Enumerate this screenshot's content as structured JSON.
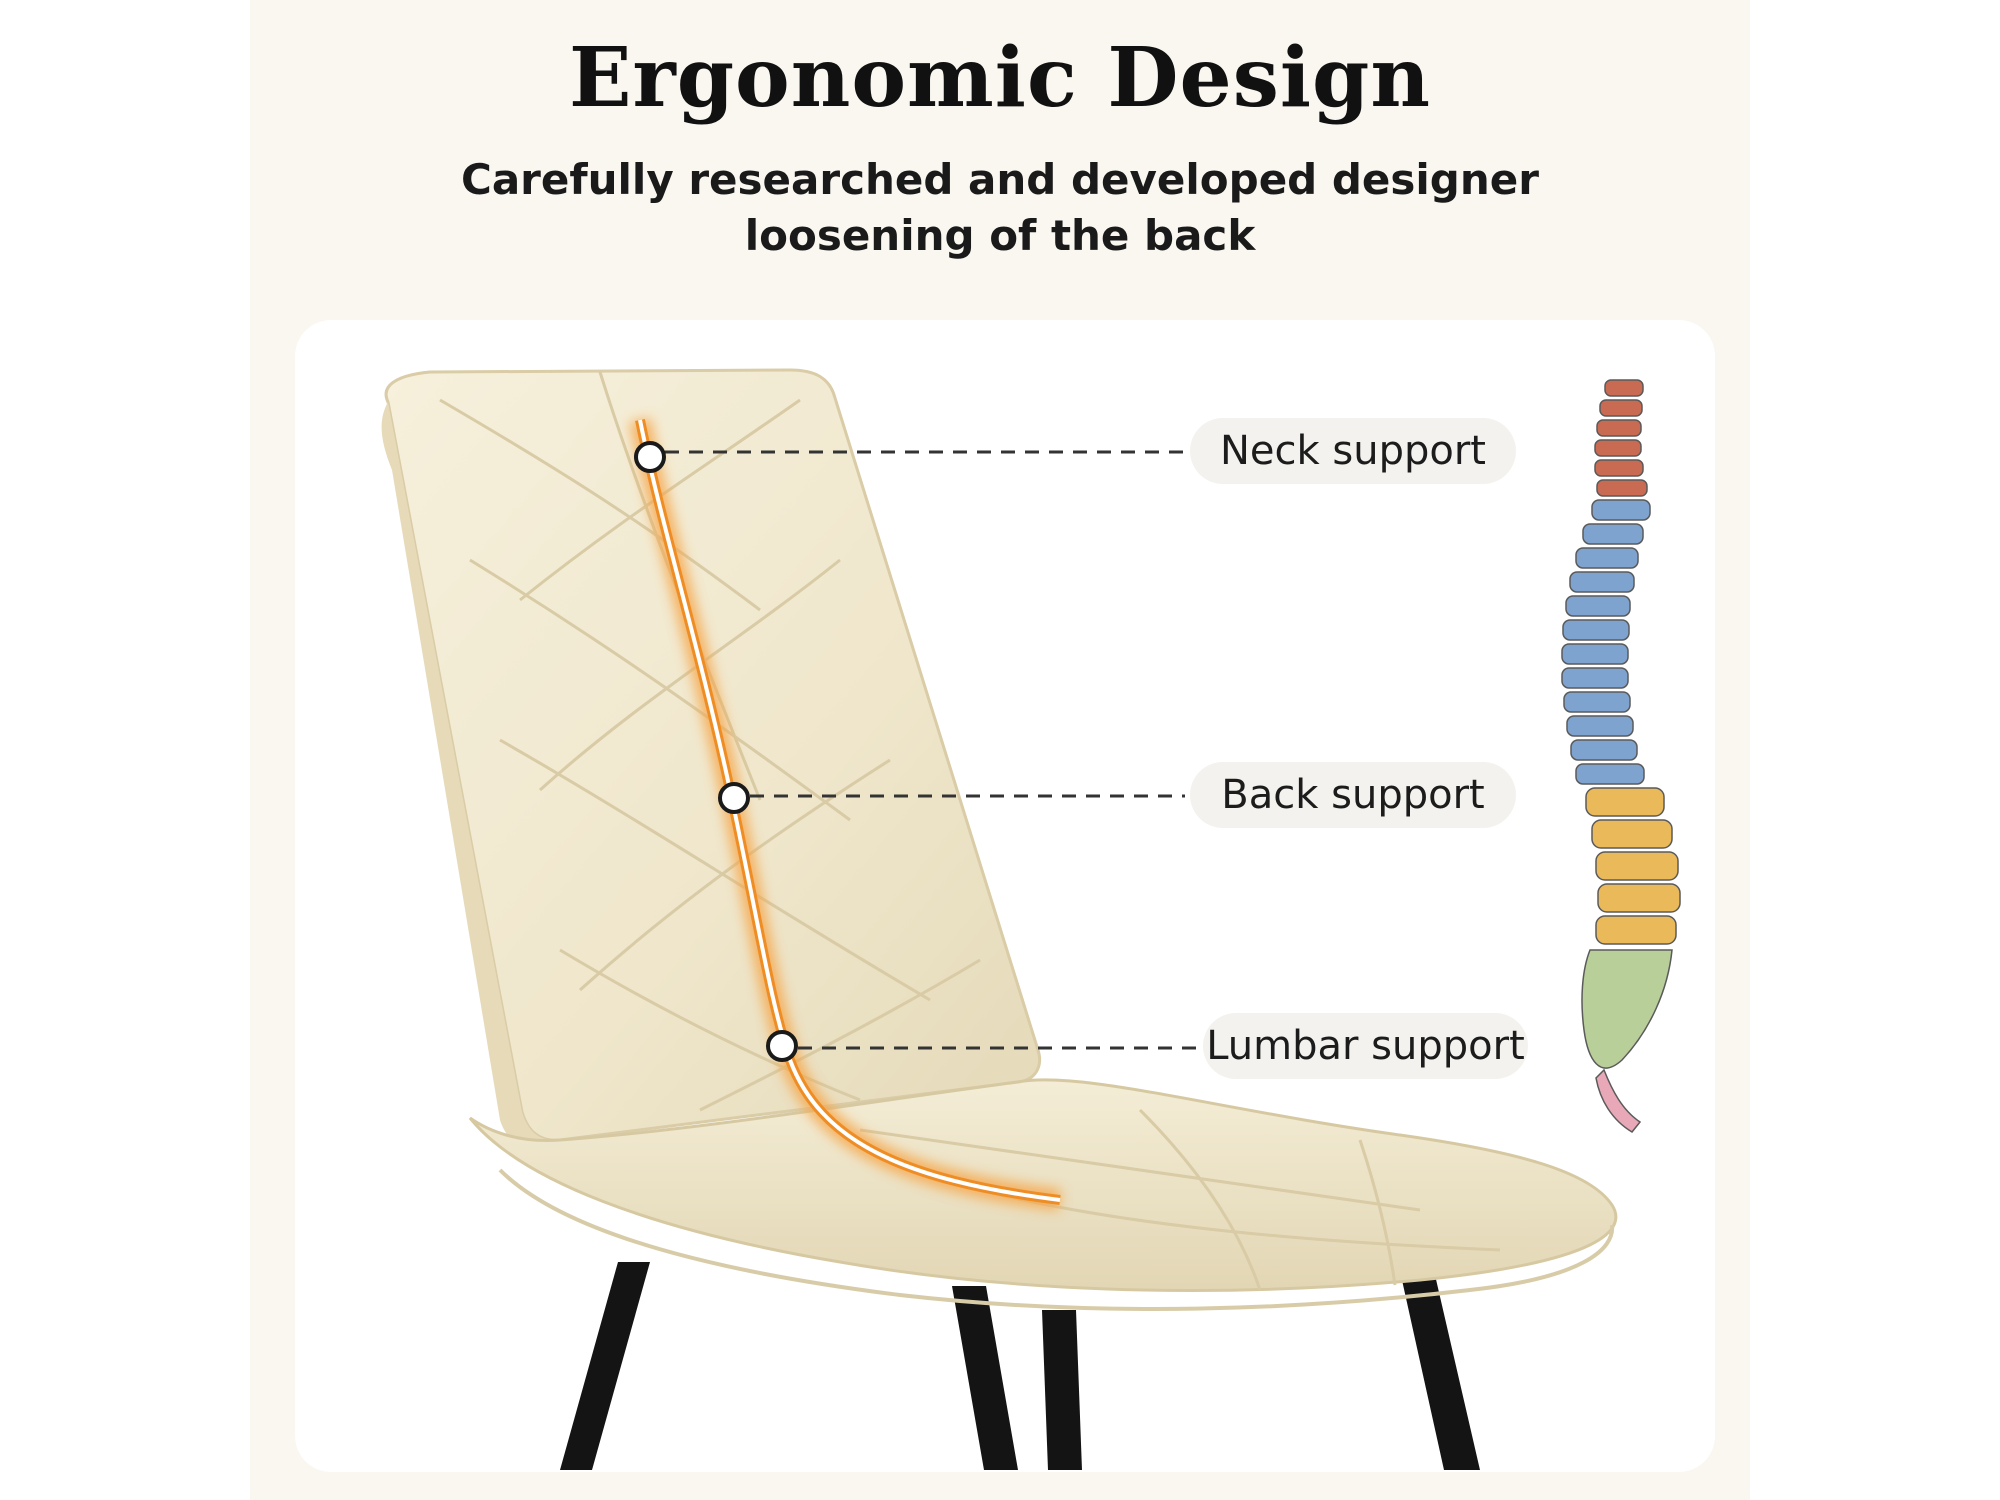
{
  "header": {
    "title": "Ergonomic Design",
    "subtitle_line1": "Carefully researched and developed designer",
    "subtitle_line2": "loosening of the back"
  },
  "callouts": {
    "neck": "Neck support",
    "back": "Back support",
    "lumbar": "Lumbar support"
  },
  "colors": {
    "background": "#faf7f1",
    "card": "#ffffff",
    "chair_fabric": "#f3ecd6",
    "chair_legs": "#151515",
    "spine_line": "#f08a1c",
    "label_pill": "#f3f2ee",
    "spine_cervical": "#c96a52",
    "spine_thoracic": "#7fa3cf",
    "spine_lumbar": "#e9b95a",
    "spine_sacrum": "#b9cf9a",
    "spine_coccyx": "#e8a8b8"
  },
  "icons": [
    "spine-illustration",
    "chair-illustration"
  ]
}
